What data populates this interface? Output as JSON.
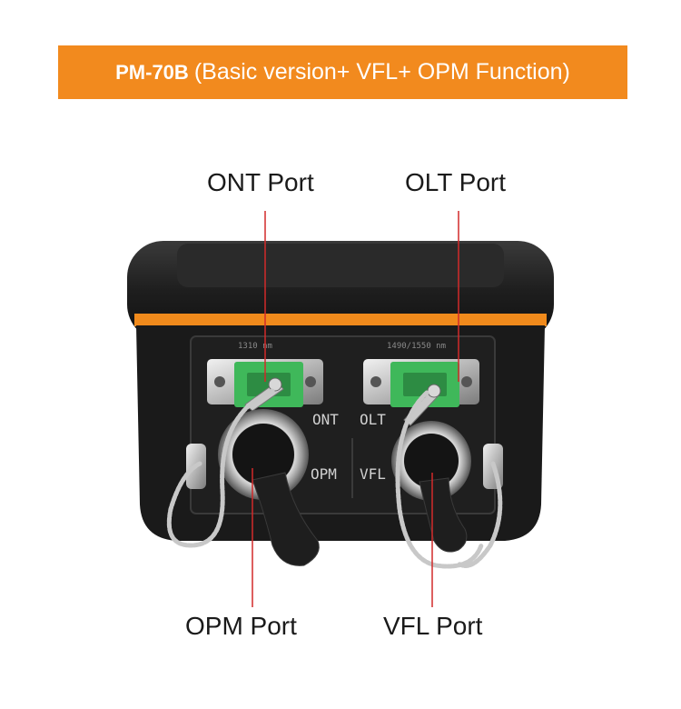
{
  "banner": {
    "model": "PM-70B",
    "description": "(Basic version+ VFL+ OPM Function)",
    "color": "#f28a1e"
  },
  "callouts": {
    "ont_port": "ONT Port",
    "olt_port": "OLT Port",
    "opm_port": "OPM Port",
    "vfl_port": "VFL Port",
    "line_color": "#d22a2a"
  },
  "panel": {
    "left_wavelength": "1310 nm",
    "right_wavelength": "1490/1550 nm",
    "ont": "ONT",
    "olt": "OLT",
    "opm": "OPM",
    "vfl": "VFL"
  },
  "colors": {
    "body": "#1c1c1c",
    "accent_stripe": "#f08a1c",
    "connector": "#3fb85a"
  }
}
